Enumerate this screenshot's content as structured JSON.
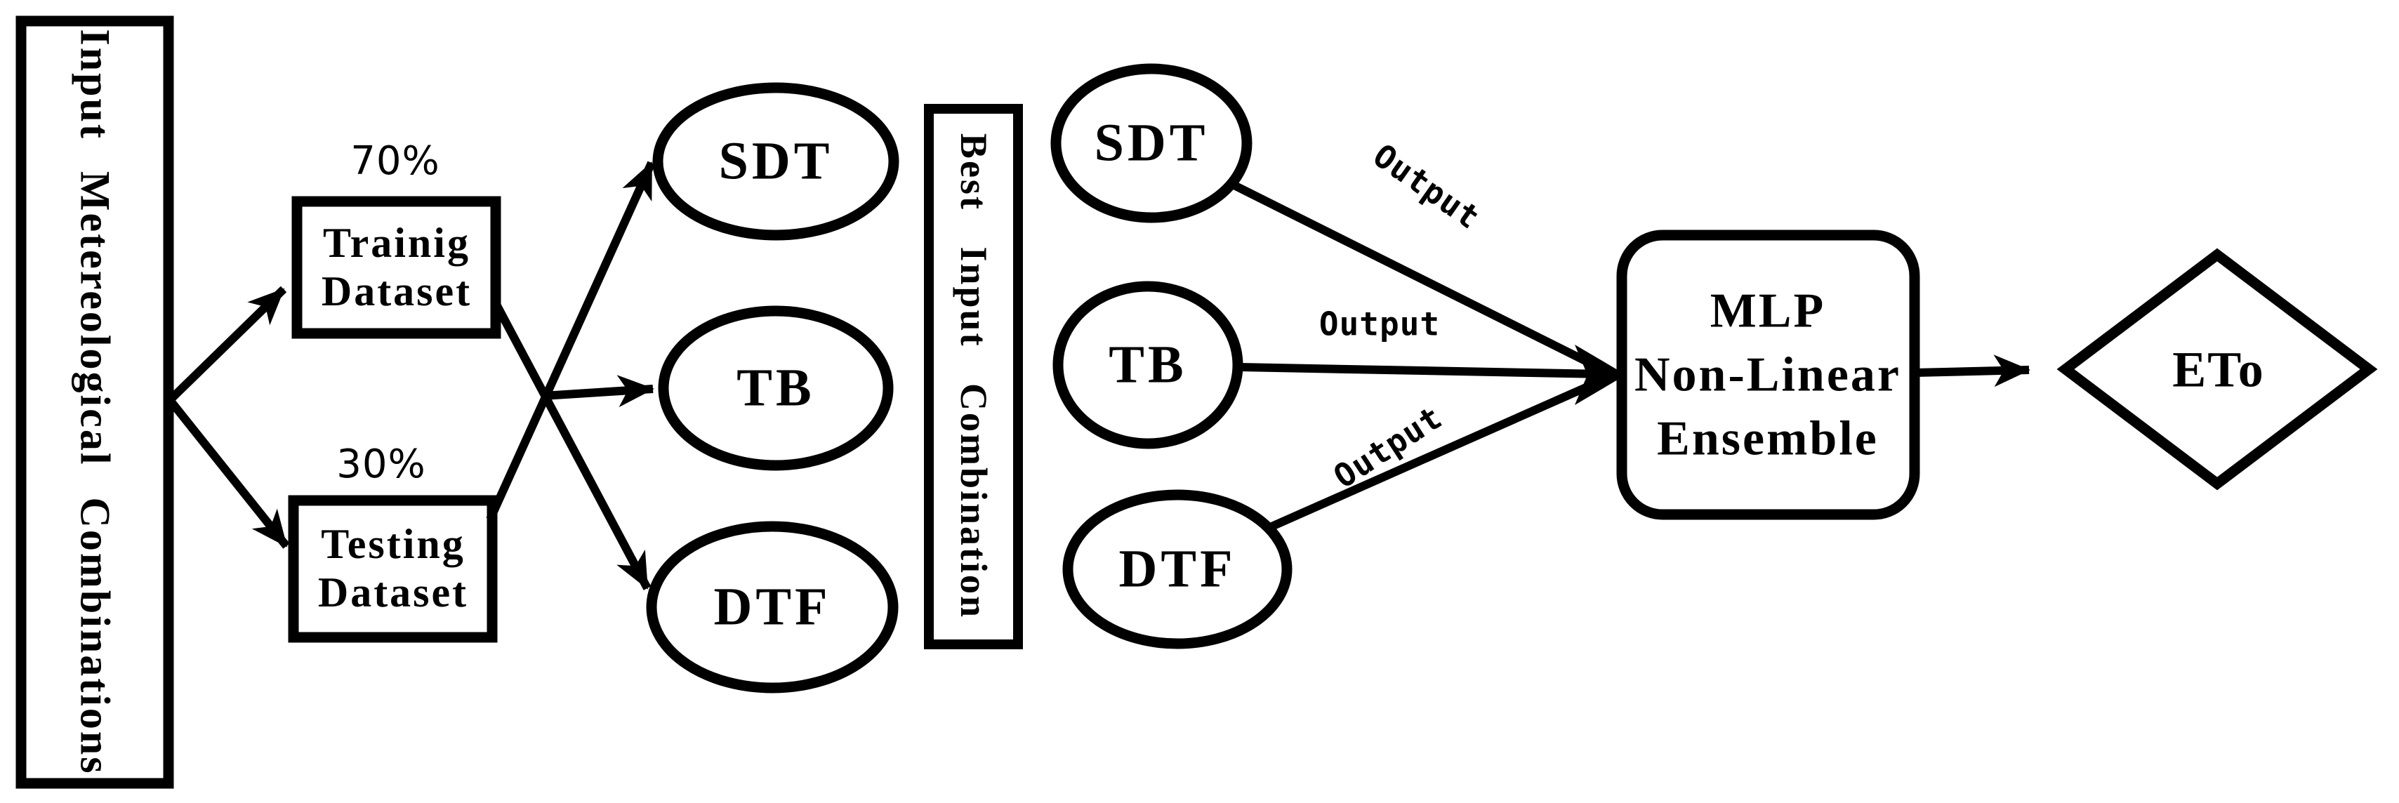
{
  "figure": {
    "colors": {
      "ink": "#000000",
      "background": "#ffffff"
    },
    "input_box": {
      "label": "Input Metereological Combinations"
    },
    "training": {
      "percent": "70%",
      "line1": "Trainig",
      "line2": "Dataset"
    },
    "testing": {
      "percent": "30%",
      "line1": "Testing",
      "line2": "Dataset"
    },
    "models_first": [
      {
        "label": "SDT"
      },
      {
        "label": "TB"
      },
      {
        "label": "DTF"
      }
    ],
    "best_box": {
      "label": "Best Input Combination"
    },
    "models_second": [
      {
        "label": "SDT"
      },
      {
        "label": "TB"
      },
      {
        "label": "DTF"
      }
    ],
    "edge_labels": {
      "top": "Output",
      "middle": "Output",
      "bottom": "Output"
    },
    "ensemble": {
      "line1": "MLP",
      "line2": "Non-Linear",
      "line3": "Ensemble"
    },
    "result": {
      "label": "ETo"
    }
  }
}
